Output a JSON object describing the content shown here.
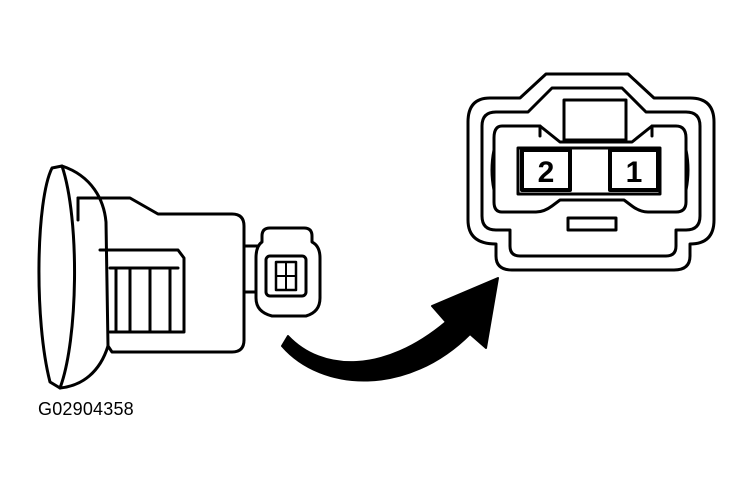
{
  "diagram": {
    "reference_code": "G02904358",
    "connector": {
      "pins": [
        {
          "label": "2"
        },
        {
          "label": "1"
        }
      ]
    }
  }
}
